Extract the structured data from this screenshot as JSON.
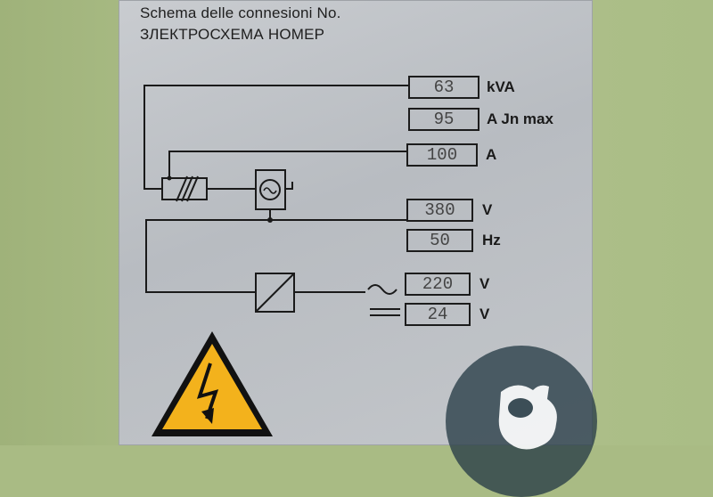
{
  "plate": {
    "title_it": "Schema delle connesioni No.",
    "title_ru": "ЗЛЕКТРОСХЕМА НОМЕР"
  },
  "fields": [
    {
      "value": "63",
      "unit": "kVA"
    },
    {
      "value": "95",
      "unit": "A Jn max"
    },
    {
      "value": "100",
      "unit": "A"
    },
    {
      "value": "380",
      "unit": "V"
    },
    {
      "value": "50",
      "unit": "Hz"
    },
    {
      "value": "220",
      "unit": "V"
    },
    {
      "value": "24",
      "unit": "V"
    }
  ],
  "icons": {
    "warning": "high-voltage-warning-icon",
    "breaker": "circuit-breaker-icon",
    "motor": "ac-generator-icon",
    "transformer": "transformer-icon",
    "ac": "ac-symbol-icon",
    "dc": "dc-symbol-icon",
    "logo": "watermark-logo-icon"
  },
  "colors": {
    "wall": "#a9bb84",
    "plate": "#c0c3c7",
    "warning": "#f3b21c"
  }
}
